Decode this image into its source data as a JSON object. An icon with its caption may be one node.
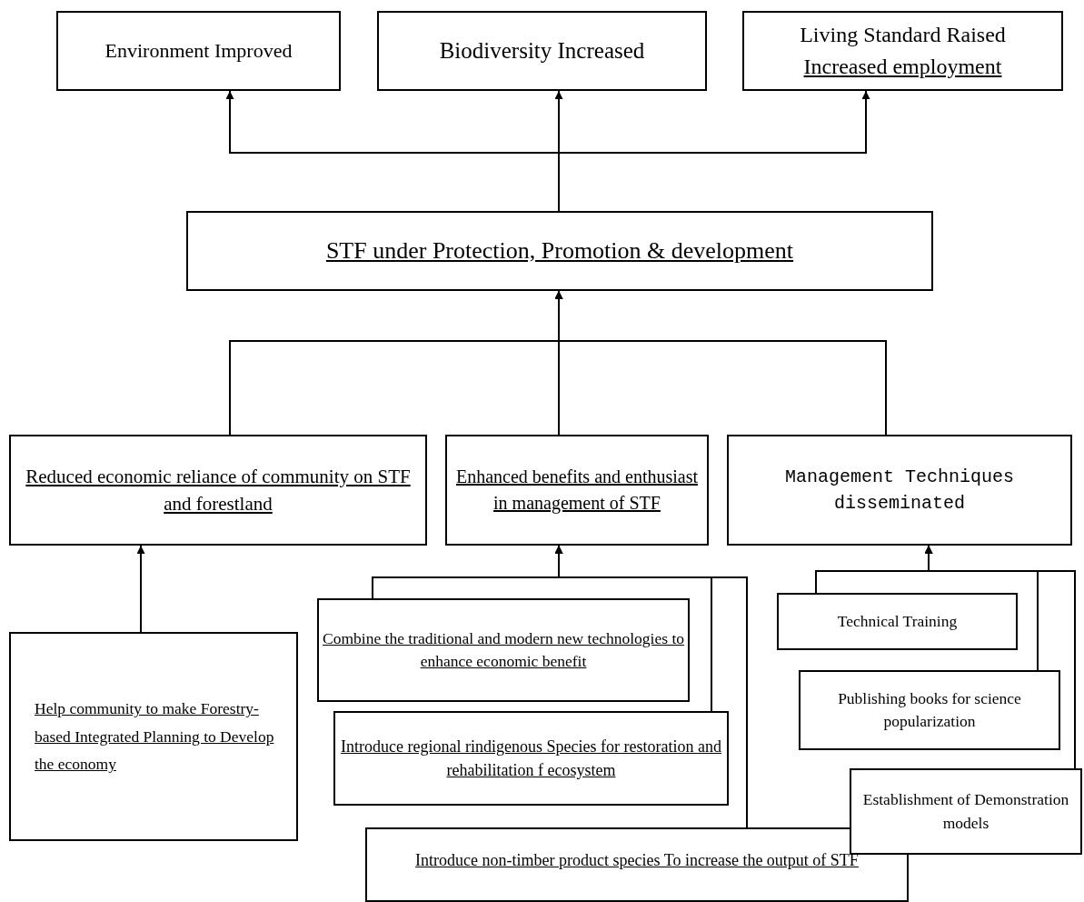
{
  "diagram": {
    "nodes": [
      {
        "text": [
          "Environment Improved"
        ]
      },
      {
        "text": [
          "Biodiversity Increased"
        ]
      },
      {
        "text": [
          "Living Standard Raised",
          "Increased employment"
        ]
      },
      {
        "text": [
          "STF under Protection, Promotion & development"
        ]
      },
      {
        "text": [
          "Reduced economic reliance of community on STF and forestland"
        ]
      },
      {
        "text": [
          "Enhanced benefits and enthusiast in management of STF"
        ]
      },
      {
        "text": [
          "Management Techniques disseminated"
        ]
      },
      {
        "text": [
          "Help community to make Forestry-based Integrated Planning to Develop the economy"
        ]
      },
      {
        "text": [
          "Combine the traditional and modern new technologies to enhance economic benefit"
        ]
      },
      {
        "text": [
          "Introduce regional rindigenous Species for restoration and rehabilitation f ecosystem"
        ]
      },
      {
        "text": [
          "Introduce non-timber product species To increase the output of STF"
        ]
      },
      {
        "text": [
          "Technical Training"
        ]
      },
      {
        "text": [
          "Publishing books for science popularization"
        ]
      },
      {
        "text": [
          "Establishment of Demonstration models"
        ]
      }
    ],
    "edges": [
      {
        "from": 3,
        "to": 0,
        "arrow": "to"
      },
      {
        "from": 3,
        "to": 1,
        "arrow": "to"
      },
      {
        "from": 3,
        "to": 2,
        "arrow": "to"
      },
      {
        "from": 4,
        "to": 3,
        "arrow": "to"
      },
      {
        "from": 5,
        "to": 3,
        "arrow": "to"
      },
      {
        "from": 6,
        "to": 3,
        "arrow": "to"
      },
      {
        "from": 7,
        "to": 4,
        "arrow": "to"
      },
      {
        "from": 8,
        "to": 5,
        "arrow": "to"
      },
      {
        "from": 9,
        "to": 5,
        "arrow": "to"
      },
      {
        "from": 10,
        "to": 5,
        "arrow": "to"
      },
      {
        "from": 11,
        "to": 6,
        "arrow": "to"
      },
      {
        "from": 12,
        "to": 6,
        "arrow": "to"
      },
      {
        "from": 13,
        "to": 6,
        "arrow": "to"
      }
    ]
  }
}
